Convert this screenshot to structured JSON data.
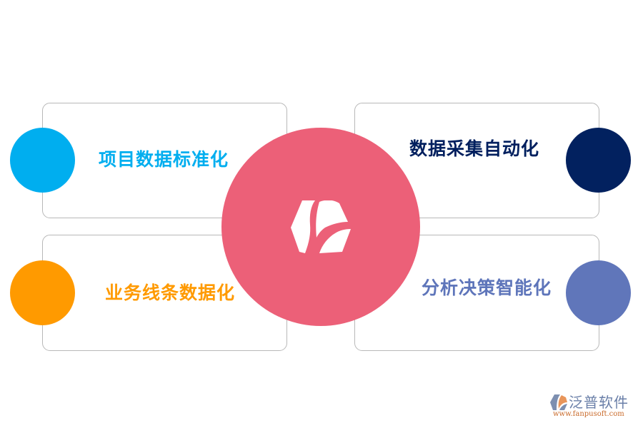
{
  "diagram": {
    "hub": {
      "icon": "brand-hexagon-leaf-icon",
      "color": "#EC6078",
      "icon_color": "#FFFFFF"
    },
    "items": [
      {
        "position": "top-left",
        "label": "项目数据标准化",
        "color": "#00AEEF",
        "dot_color": "#00AEEF"
      },
      {
        "position": "top-right",
        "label": "数据采集自动化",
        "color": "#001F5E",
        "dot_color": "#02215F"
      },
      {
        "position": "bottom-left",
        "label": "业务线条数据化",
        "color": "#FF9A00",
        "dot_color": "#FF9A00"
      },
      {
        "position": "bottom-right",
        "label": "分析决策智能化",
        "color": "#5E75BA",
        "dot_color": "#6076BA"
      }
    ],
    "card_border_color": "#B8B8B8"
  },
  "watermark": {
    "name": "泛普软件",
    "url": "www.fanpusoft.com",
    "logo_icon": "fanpu-logo-icon"
  }
}
